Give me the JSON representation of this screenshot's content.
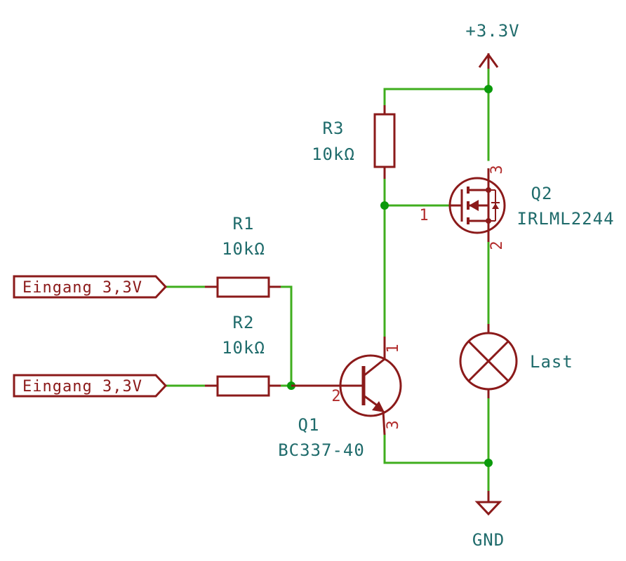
{
  "power": {
    "supply_label": "+3.3V",
    "ground_label": "GND"
  },
  "inputs": [
    {
      "label": "Eingang 3,3V"
    },
    {
      "label": "Eingang 3,3V"
    }
  ],
  "resistors": [
    {
      "ref": "R1",
      "value": "10kΩ"
    },
    {
      "ref": "R2",
      "value": "10kΩ"
    },
    {
      "ref": "R3",
      "value": "10kΩ"
    }
  ],
  "transistors": {
    "q1": {
      "ref": "Q1",
      "value": "BC337-40",
      "pins": [
        "1",
        "2",
        "3"
      ]
    },
    "q2": {
      "ref": "Q2",
      "value": "IRLML2244",
      "pins": [
        "1",
        "2",
        "3"
      ]
    }
  },
  "load": {
    "label": "Last"
  },
  "colors": {
    "wire": "#3fae1e",
    "symbol": "#8b1a1a",
    "junction": "#0b9a0b",
    "reference_text": "#1f6b6b",
    "pin_text": "#b12b2b"
  }
}
